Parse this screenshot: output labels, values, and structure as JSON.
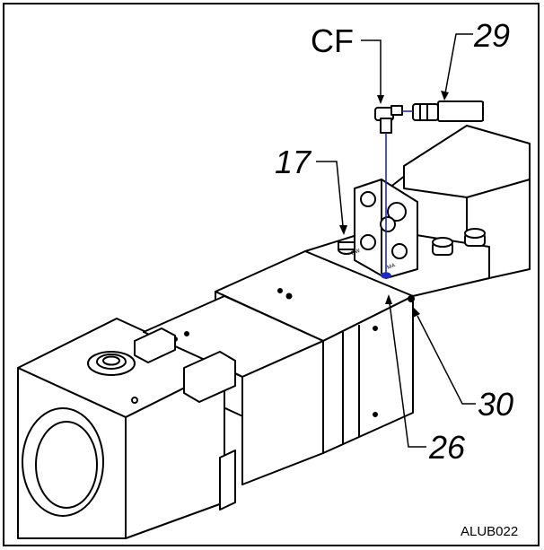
{
  "callouts": {
    "cf": "CF",
    "p29": "29",
    "p17": "17",
    "p30": "30",
    "p26": "26"
  },
  "figure_id": "ALUB022",
  "colors": {
    "outline": "#000000",
    "leader_blue": "#1f2bbf",
    "paper": "#ffffff"
  }
}
